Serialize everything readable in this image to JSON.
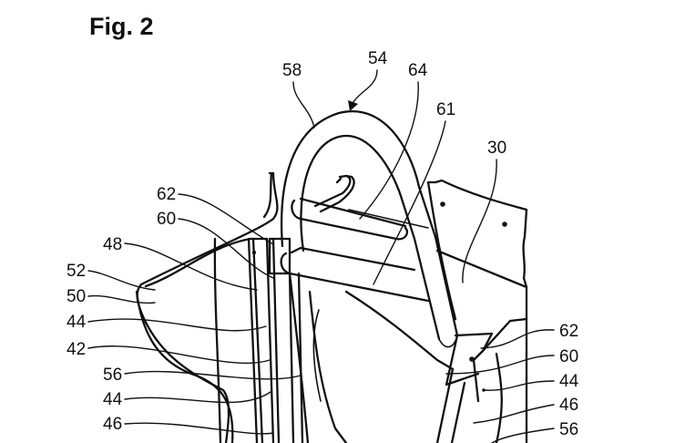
{
  "figure": {
    "title": "Fig. 2",
    "ink_color": "#111111",
    "background": "#ffffff"
  },
  "reference_numerals": {
    "left": [
      "62",
      "60",
      "48",
      "52",
      "50",
      "44",
      "42",
      "56",
      "44",
      "46"
    ],
    "top": [
      "58",
      "54",
      "64",
      "61",
      "30"
    ],
    "right": [
      "62",
      "60",
      "44",
      "46",
      "56"
    ]
  },
  "labels": [
    {
      "id": "n58",
      "text": "58"
    },
    {
      "id": "n54",
      "text": "54"
    },
    {
      "id": "n64",
      "text": "64"
    },
    {
      "id": "n61",
      "text": "61"
    },
    {
      "id": "n30",
      "text": "30"
    },
    {
      "id": "n62l",
      "text": "62"
    },
    {
      "id": "n60l",
      "text": "60"
    },
    {
      "id": "n48",
      "text": "48"
    },
    {
      "id": "n52",
      "text": "52"
    },
    {
      "id": "n50",
      "text": "50"
    },
    {
      "id": "n44a",
      "text": "44"
    },
    {
      "id": "n42",
      "text": "42"
    },
    {
      "id": "n56l",
      "text": "56"
    },
    {
      "id": "n44b",
      "text": "44"
    },
    {
      "id": "n46l",
      "text": "46"
    },
    {
      "id": "n62r",
      "text": "62"
    },
    {
      "id": "n60r",
      "text": "60"
    },
    {
      "id": "n44r",
      "text": "44"
    },
    {
      "id": "n46r",
      "text": "46"
    },
    {
      "id": "n56r",
      "text": "56"
    }
  ]
}
